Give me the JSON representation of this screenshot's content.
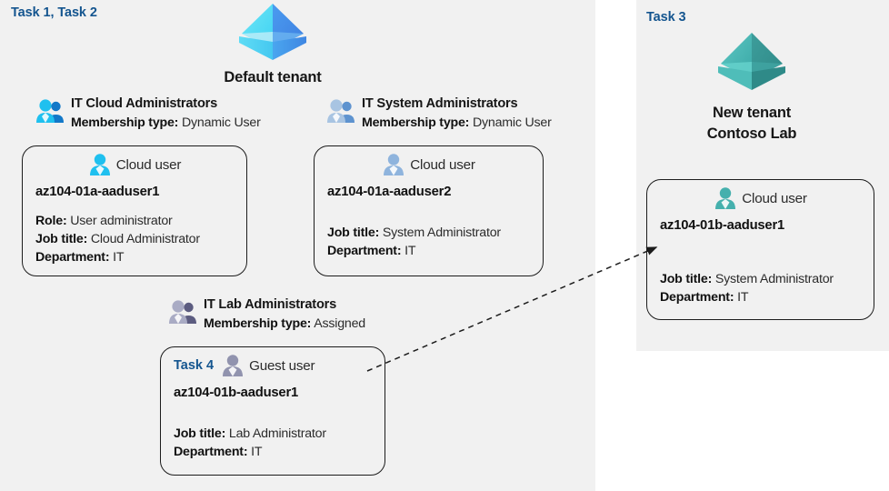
{
  "panels": {
    "default_tenant": {
      "task_label": "Task 1, Task 2"
    },
    "new_tenant": {
      "task_label": "Task 3"
    }
  },
  "tenants": {
    "default": {
      "caption": "Default tenant",
      "icon": "azure-tenant-pyramid-icon",
      "color": "#3fa9f5"
    },
    "new": {
      "caption_line1": "New  tenant",
      "caption_line2": "Contoso Lab",
      "icon": "azure-tenant-pyramid-icon",
      "color": "#45b0ad"
    }
  },
  "groups": [
    {
      "id": "cloud-admins",
      "icon": "group-users-icon",
      "title": "IT Cloud Administrators",
      "meta_label": "Membership type:",
      "meta_value": "Dynamic User",
      "color": "#18a0e8"
    },
    {
      "id": "system-admins",
      "icon": "group-users-icon",
      "title": "IT System Administrators",
      "meta_label": "Membership type:",
      "meta_value": "Dynamic User",
      "color": "#8fb4dd"
    },
    {
      "id": "lab-admins",
      "icon": "group-users-icon",
      "title": "IT Lab Administrators",
      "meta_label": "Membership type:",
      "meta_value": "Assigned",
      "color": "#8f90ae"
    }
  ],
  "users": [
    {
      "id": "aaduser1",
      "icon": "cloud-user-icon",
      "head_label": "Cloud user",
      "name": "az104-01a-aaduser1",
      "attrs": [
        {
          "label": "Role:",
          "value": "User administrator"
        },
        {
          "label": "Job title:",
          "value": "Cloud Administrator"
        },
        {
          "label": "Department:",
          "value": "IT"
        }
      ]
    },
    {
      "id": "aaduser2",
      "icon": "cloud-user-icon",
      "head_label": "Cloud user",
      "name": "az104-01a-aaduser2",
      "attrs": [
        {
          "label": "Job title:",
          "value": "System Administrator"
        },
        {
          "label": "Department:",
          "value": "IT"
        }
      ]
    },
    {
      "id": "guestuser",
      "icon": "guest-user-icon",
      "task_label": "Task 4",
      "head_label": "Guest user",
      "name": "az104-01b-aaduser1",
      "attrs": [
        {
          "label": "Job title:",
          "value": "Lab Administrator"
        },
        {
          "label": "Department:",
          "value": "IT"
        }
      ]
    },
    {
      "id": "aaduser1b",
      "icon": "cloud-user-icon",
      "head_label": "Cloud user",
      "name": "az104-01b-aaduser1",
      "attrs": [
        {
          "label": "Job title:",
          "value": "System Administrator"
        },
        {
          "label": "Department:",
          "value": "IT"
        }
      ]
    }
  ],
  "connector": {
    "name": "guest-user-invitation-arrow",
    "style": "dashed-arrow",
    "color": "#1c1c1c"
  },
  "colors": {
    "panel_background": "#f1f1f1",
    "task_accent": "#14558f",
    "text": "#2b2b2b",
    "border": "#1c1c1c"
  }
}
